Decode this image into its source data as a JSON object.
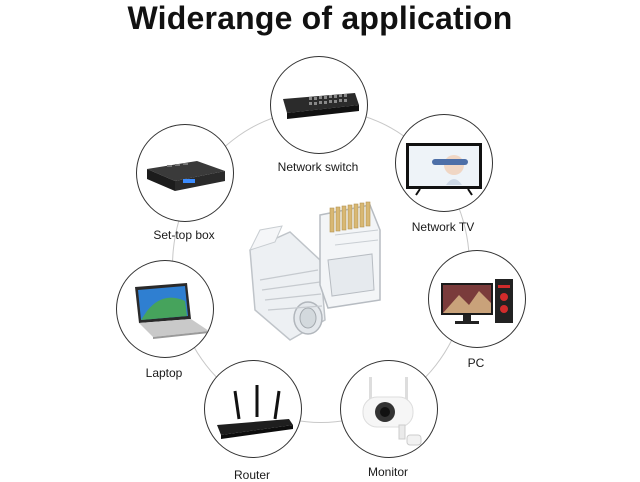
{
  "heading": "Widerange of application",
  "devices": [
    {
      "id": "network-switch",
      "label": "Network switch",
      "icon": "network-switch-icon"
    },
    {
      "id": "network-tv",
      "label": "Network TV",
      "icon": "tv-icon"
    },
    {
      "id": "pc",
      "label": "PC",
      "icon": "desktop-pc-icon"
    },
    {
      "id": "monitor",
      "label": "Monitor",
      "icon": "security-camera-icon"
    },
    {
      "id": "router",
      "label": "Router",
      "icon": "router-icon"
    },
    {
      "id": "laptop",
      "label": "Laptop",
      "icon": "laptop-icon"
    },
    {
      "id": "set-top-box",
      "label": "Set-top box",
      "icon": "set-top-box-icon"
    }
  ],
  "center_product": {
    "icon": "rj45-connector-icon"
  }
}
